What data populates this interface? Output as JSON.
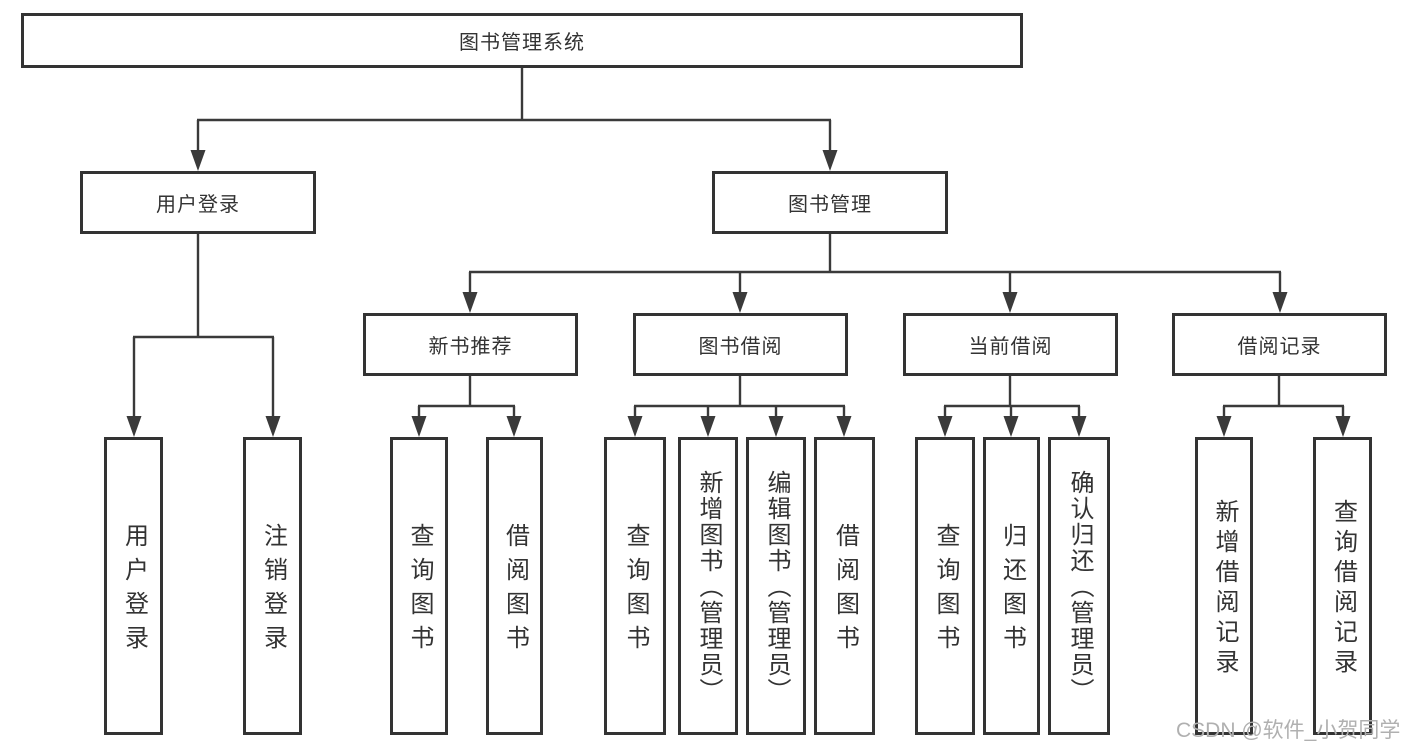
{
  "diagram": {
    "colors": {
      "line": "#3a3a3a",
      "text": "#333333",
      "box_border": "#333333",
      "background": "#ffffff",
      "watermark": "#b0b0b0"
    },
    "root": {
      "label": "图书管理系统"
    },
    "level2": [
      {
        "label": "用户登录"
      },
      {
        "label": "图书管理"
      }
    ],
    "level3": [
      {
        "label": "新书推荐"
      },
      {
        "label": "图书借阅"
      },
      {
        "label": "当前借阅"
      },
      {
        "label": "借阅记录"
      }
    ],
    "leaves": {
      "user_login": [
        {
          "label": "用户登录"
        },
        {
          "label": "注销登录"
        }
      ],
      "recommend": [
        {
          "label": "查询图书"
        },
        {
          "label": "借阅图书"
        }
      ],
      "borrow": [
        {
          "label": "查询图书"
        },
        {
          "label": "新增图书（管理员）"
        },
        {
          "label": "编辑图书（管理员）"
        },
        {
          "label": "借阅图书"
        }
      ],
      "current": [
        {
          "label": "查询图书"
        },
        {
          "label": "归还图书"
        },
        {
          "label": "确认归还（管理员）"
        }
      ],
      "records": [
        {
          "label": "新增借阅记录"
        },
        {
          "label": "查询借阅记录"
        }
      ]
    },
    "watermark": "CSDN @软件_小贺同学"
  }
}
